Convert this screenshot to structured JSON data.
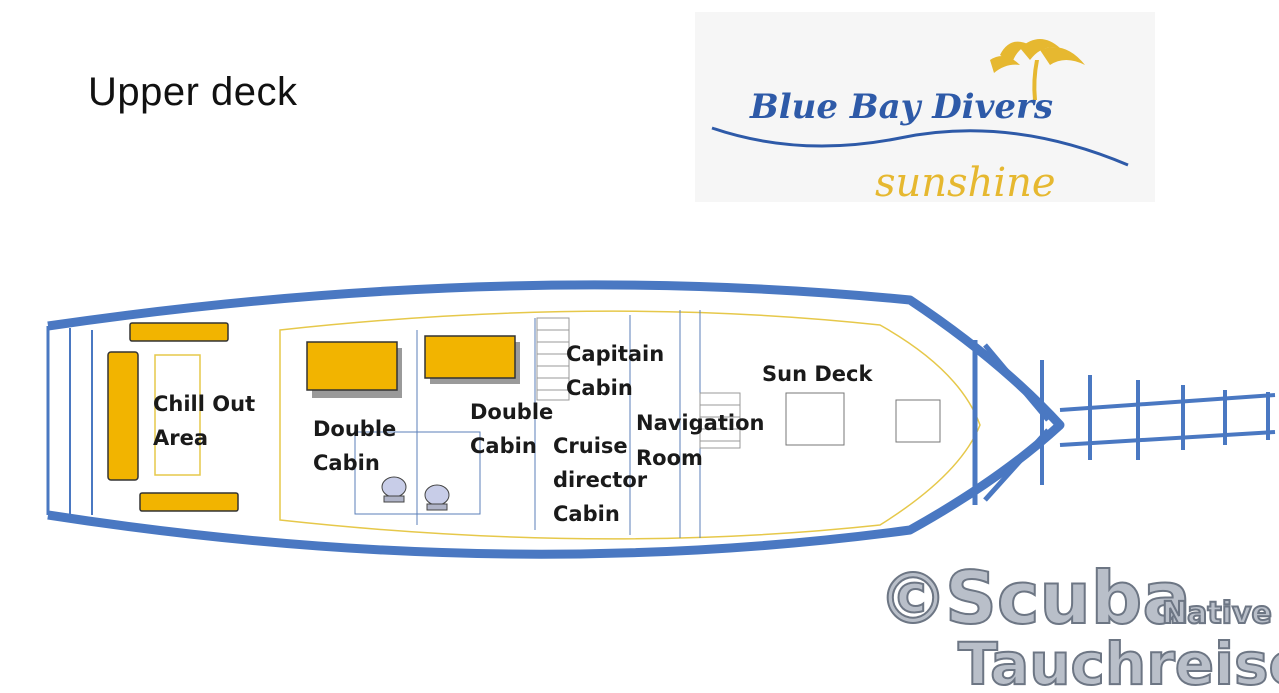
{
  "title": "Upper deck",
  "logo": {
    "brand": "Blue Bay Divers",
    "sub": "sunshine"
  },
  "rooms": {
    "chill_out_1": "Chill Out",
    "chill_out_2": "Area",
    "double_cabin_a_1": "Double",
    "double_cabin_a_2": "Cabin",
    "double_cabin_b_1": "Double",
    "double_cabin_b_2": "Cabin",
    "capitain_1": "Capitain",
    "capitain_2": "Cabin",
    "cruise_1": "Cruise",
    "cruise_2": "director",
    "cruise_3": "Cabin",
    "navigation_1": "Navigation",
    "navigation_2": "Room",
    "sun_deck": "Sun Deck"
  },
  "watermark": {
    "copyright": "©",
    "line1": "Scuba",
    "line1_small": "Native",
    "line2": "Tauchreisen"
  },
  "colors": {
    "hull": "#4a78c2",
    "bed": "#f2b400",
    "inner_line": "#e6c84a"
  }
}
